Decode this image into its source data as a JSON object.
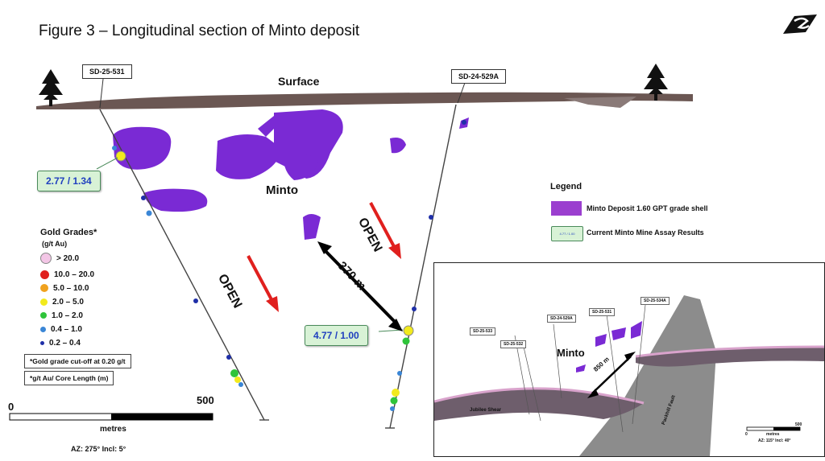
{
  "title": "Figure 3 – Longitudinal section of Minto deposit",
  "labels": {
    "surface": "Surface",
    "minto": "Minto",
    "open_left": "OPEN",
    "open_right": "OPEN",
    "distance": "370 m"
  },
  "drillholes": [
    {
      "id": "SD-25-531"
    },
    {
      "id": "SD-24-529A"
    }
  ],
  "assays": [
    {
      "text": "2.77 / 1.34"
    },
    {
      "text": "4.77 / 1.00"
    }
  ],
  "legend": {
    "title": "Legend",
    "items": [
      {
        "label": "Minto Deposit 1.60 GPT grade shell",
        "color": "#9b3fcf"
      },
      {
        "label": "Current Minto Mine Assay Results",
        "icon_text": "4.77 / 1.00"
      }
    ]
  },
  "gold_grades": {
    "title": "Gold Grades*",
    "unit": "(g/t Au)",
    "items": [
      {
        "label": "> 20.0",
        "color": "#f3c6e6"
      },
      {
        "label": "10.0 – 20.0",
        "color": "#e0201e"
      },
      {
        "label": "5.0 – 10.0",
        "color": "#f0a21e"
      },
      {
        "label": "2.0 – 5.0",
        "color": "#f2ea1d"
      },
      {
        "label": "1.0 – 2.0",
        "color": "#2fc43a"
      },
      {
        "label": "0.4 – 1.0",
        "color": "#3a86d6"
      },
      {
        "label": "0.2 – 0.4",
        "color": "#1f2fa8"
      }
    ],
    "notes": [
      "*Gold grade cut-off at 0.20 g/t",
      "*g/t Au/ Core Length (m)"
    ]
  },
  "scale": {
    "left": "0",
    "right": "500",
    "unit": "metres",
    "orientation": "AZ: 275°  Incl: 5°"
  },
  "inset": {
    "minto": "Minto",
    "distance": "850 m",
    "holes": [
      "SD-25-533",
      "SD-25-532",
      "SD-24-529A",
      "SD-25-531",
      "SD-25-534A"
    ],
    "jubilee": "Jubilee Shear",
    "fault": "Packhill Fault",
    "scale_left": "0",
    "scale_unit": "metres",
    "scale_right": "500",
    "orientation": "AZ: 115°  Incl: 40°"
  }
}
